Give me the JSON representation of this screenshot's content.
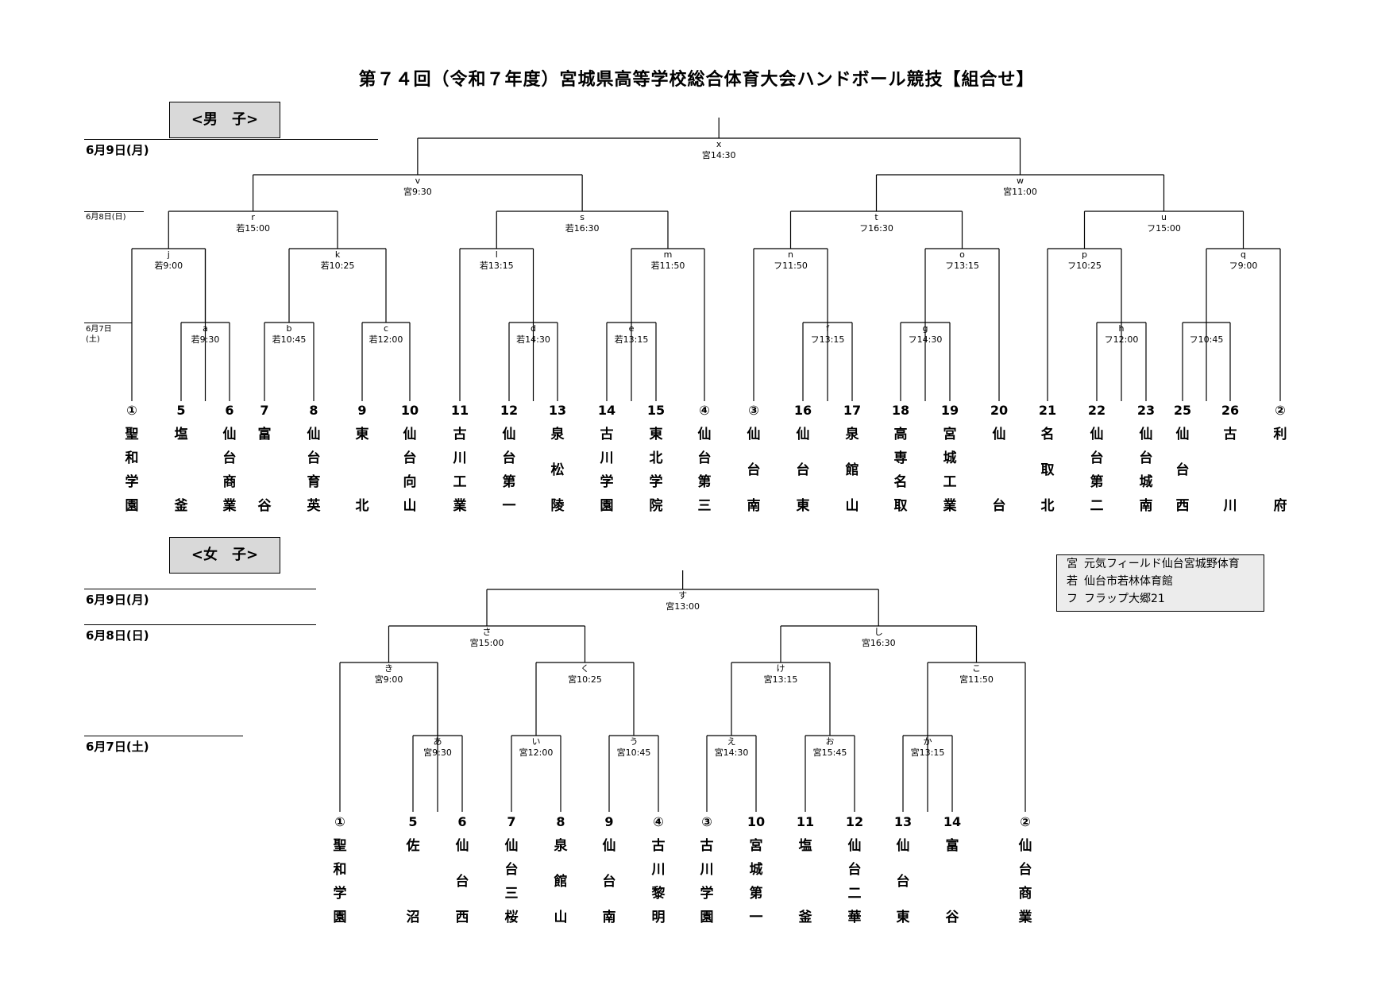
{
  "title": "第７４回（令和７年度）宮城県高等学校総合体育大会ハンドボール競技【組合せ】",
  "sections": {
    "boys": {
      "label": "<男　子>",
      "dates": {
        "d9": "6月9日(月)",
        "d8": "6月8日(日)",
        "d7a": "6月7日",
        "d7b": "(土)"
      },
      "teams": [
        {
          "seed": "①",
          "name": "聖和学園"
        },
        {
          "seed": "5",
          "name": "塩釜"
        },
        {
          "seed": "6",
          "name": "仙台商業"
        },
        {
          "seed": "7",
          "name": "富谷"
        },
        {
          "seed": "8",
          "name": "仙台育英"
        },
        {
          "seed": "9",
          "name": "東北"
        },
        {
          "seed": "10",
          "name": "仙台向山"
        },
        {
          "seed": "11",
          "name": "古川工業"
        },
        {
          "seed": "12",
          "name": "仙台第一"
        },
        {
          "seed": "13",
          "name": "泉松陵"
        },
        {
          "seed": "14",
          "name": "古川学園"
        },
        {
          "seed": "15",
          "name": "東北学院"
        },
        {
          "seed": "④",
          "name": "仙台第三"
        },
        {
          "seed": "③",
          "name": "仙台南"
        },
        {
          "seed": "16",
          "name": "仙台東"
        },
        {
          "seed": "17",
          "name": "泉館山"
        },
        {
          "seed": "18",
          "name": "高専名取"
        },
        {
          "seed": "19",
          "name": "宮城工業"
        },
        {
          "seed": "20",
          "name": "仙台"
        },
        {
          "seed": "21",
          "name": "名取北"
        },
        {
          "seed": "22",
          "name": "仙台第二"
        },
        {
          "seed": "23",
          "name": "仙台城南"
        },
        {
          "seed": "25",
          "name": "仙台西"
        },
        {
          "seed": "26",
          "name": "古川"
        },
        {
          "seed": "②",
          "name": "利府"
        }
      ],
      "matches": {
        "a": {
          "id": "a",
          "info": "若9:30"
        },
        "b": {
          "id": "b",
          "info": "若10:45"
        },
        "c": {
          "id": "c",
          "info": "若12:00"
        },
        "d": {
          "id": "d",
          "info": "若14:30"
        },
        "e": {
          "id": "e",
          "info": "若13:15"
        },
        "f": {
          "id": "f",
          "info": "フ13:15"
        },
        "g": {
          "id": "g",
          "info": "フ14:30"
        },
        "h": {
          "id": "h",
          "info": "フ12:00"
        },
        "i": {
          "id": "i",
          "info": "フ10:45"
        },
        "j": {
          "id": "j",
          "info": "若9:00"
        },
        "k": {
          "id": "k",
          "info": "若10:25"
        },
        "l": {
          "id": "l",
          "info": "若13:15"
        },
        "m": {
          "id": "m",
          "info": "若11:50"
        },
        "n": {
          "id": "n",
          "info": "フ11:50"
        },
        "o": {
          "id": "o",
          "info": "フ13:15"
        },
        "p": {
          "id": "p",
          "info": "フ10:25"
        },
        "q": {
          "id": "q",
          "info": "フ9:00"
        },
        "r": {
          "id": "r",
          "info": "若15:00"
        },
        "s": {
          "id": "s",
          "info": "若16:30"
        },
        "t": {
          "id": "t",
          "info": "フ16:30"
        },
        "u": {
          "id": "u",
          "info": "フ15:00"
        },
        "v": {
          "id": "v",
          "info": "宮9:30"
        },
        "w": {
          "id": "w",
          "info": "宮11:00"
        },
        "x": {
          "id": "x",
          "info": "宮14:30"
        }
      }
    },
    "girls": {
      "label": "<女　子>",
      "dates": {
        "d9": "6月9日(月)",
        "d8": "6月8日(日)",
        "d7": "6月7日(土)"
      },
      "teams": [
        {
          "seed": "①",
          "name": "聖和学園"
        },
        {
          "seed": "5",
          "name": "佐沼"
        },
        {
          "seed": "6",
          "name": "仙台西"
        },
        {
          "seed": "7",
          "name": "仙台三桜"
        },
        {
          "seed": "8",
          "name": "泉館山"
        },
        {
          "seed": "9",
          "name": "仙台南"
        },
        {
          "seed": "④",
          "name": "古川黎明"
        },
        {
          "seed": "③",
          "name": "古川学園"
        },
        {
          "seed": "10",
          "name": "宮城第一"
        },
        {
          "seed": "11",
          "name": "塩釜"
        },
        {
          "seed": "12",
          "name": "仙台二華"
        },
        {
          "seed": "13",
          "name": "仙台東"
        },
        {
          "seed": "14",
          "name": "富谷"
        },
        {
          "seed": "②",
          "name": "仙台商業"
        }
      ],
      "matches": {
        "a": {
          "id": "あ",
          "info": "宮9:30"
        },
        "i": {
          "id": "い",
          "info": "宮12:00"
        },
        "u": {
          "id": "う",
          "info": "宮10:45"
        },
        "e": {
          "id": "え",
          "info": "宮14:30"
        },
        "o": {
          "id": "お",
          "info": "宮15:45"
        },
        "ka": {
          "id": "か",
          "info": "宮13:15"
        },
        "ki": {
          "id": "き",
          "info": "宮9:00"
        },
        "ku": {
          "id": "く",
          "info": "宮10:25"
        },
        "ke": {
          "id": "け",
          "info": "宮13:15"
        },
        "ko": {
          "id": "こ",
          "info": "宮11:50"
        },
        "sa": {
          "id": "さ",
          "info": "宮15:00"
        },
        "shi": {
          "id": "し",
          "info": "宮16:30"
        },
        "su": {
          "id": "す",
          "info": "宮13:00"
        }
      }
    }
  },
  "legend": [
    {
      "code": "宮",
      "venue": "元気フィールド仙台宮城野体育"
    },
    {
      "code": "若",
      "venue": "仙台市若林体育館"
    },
    {
      "code": "フ",
      "venue": "フラップ大郷21"
    }
  ]
}
